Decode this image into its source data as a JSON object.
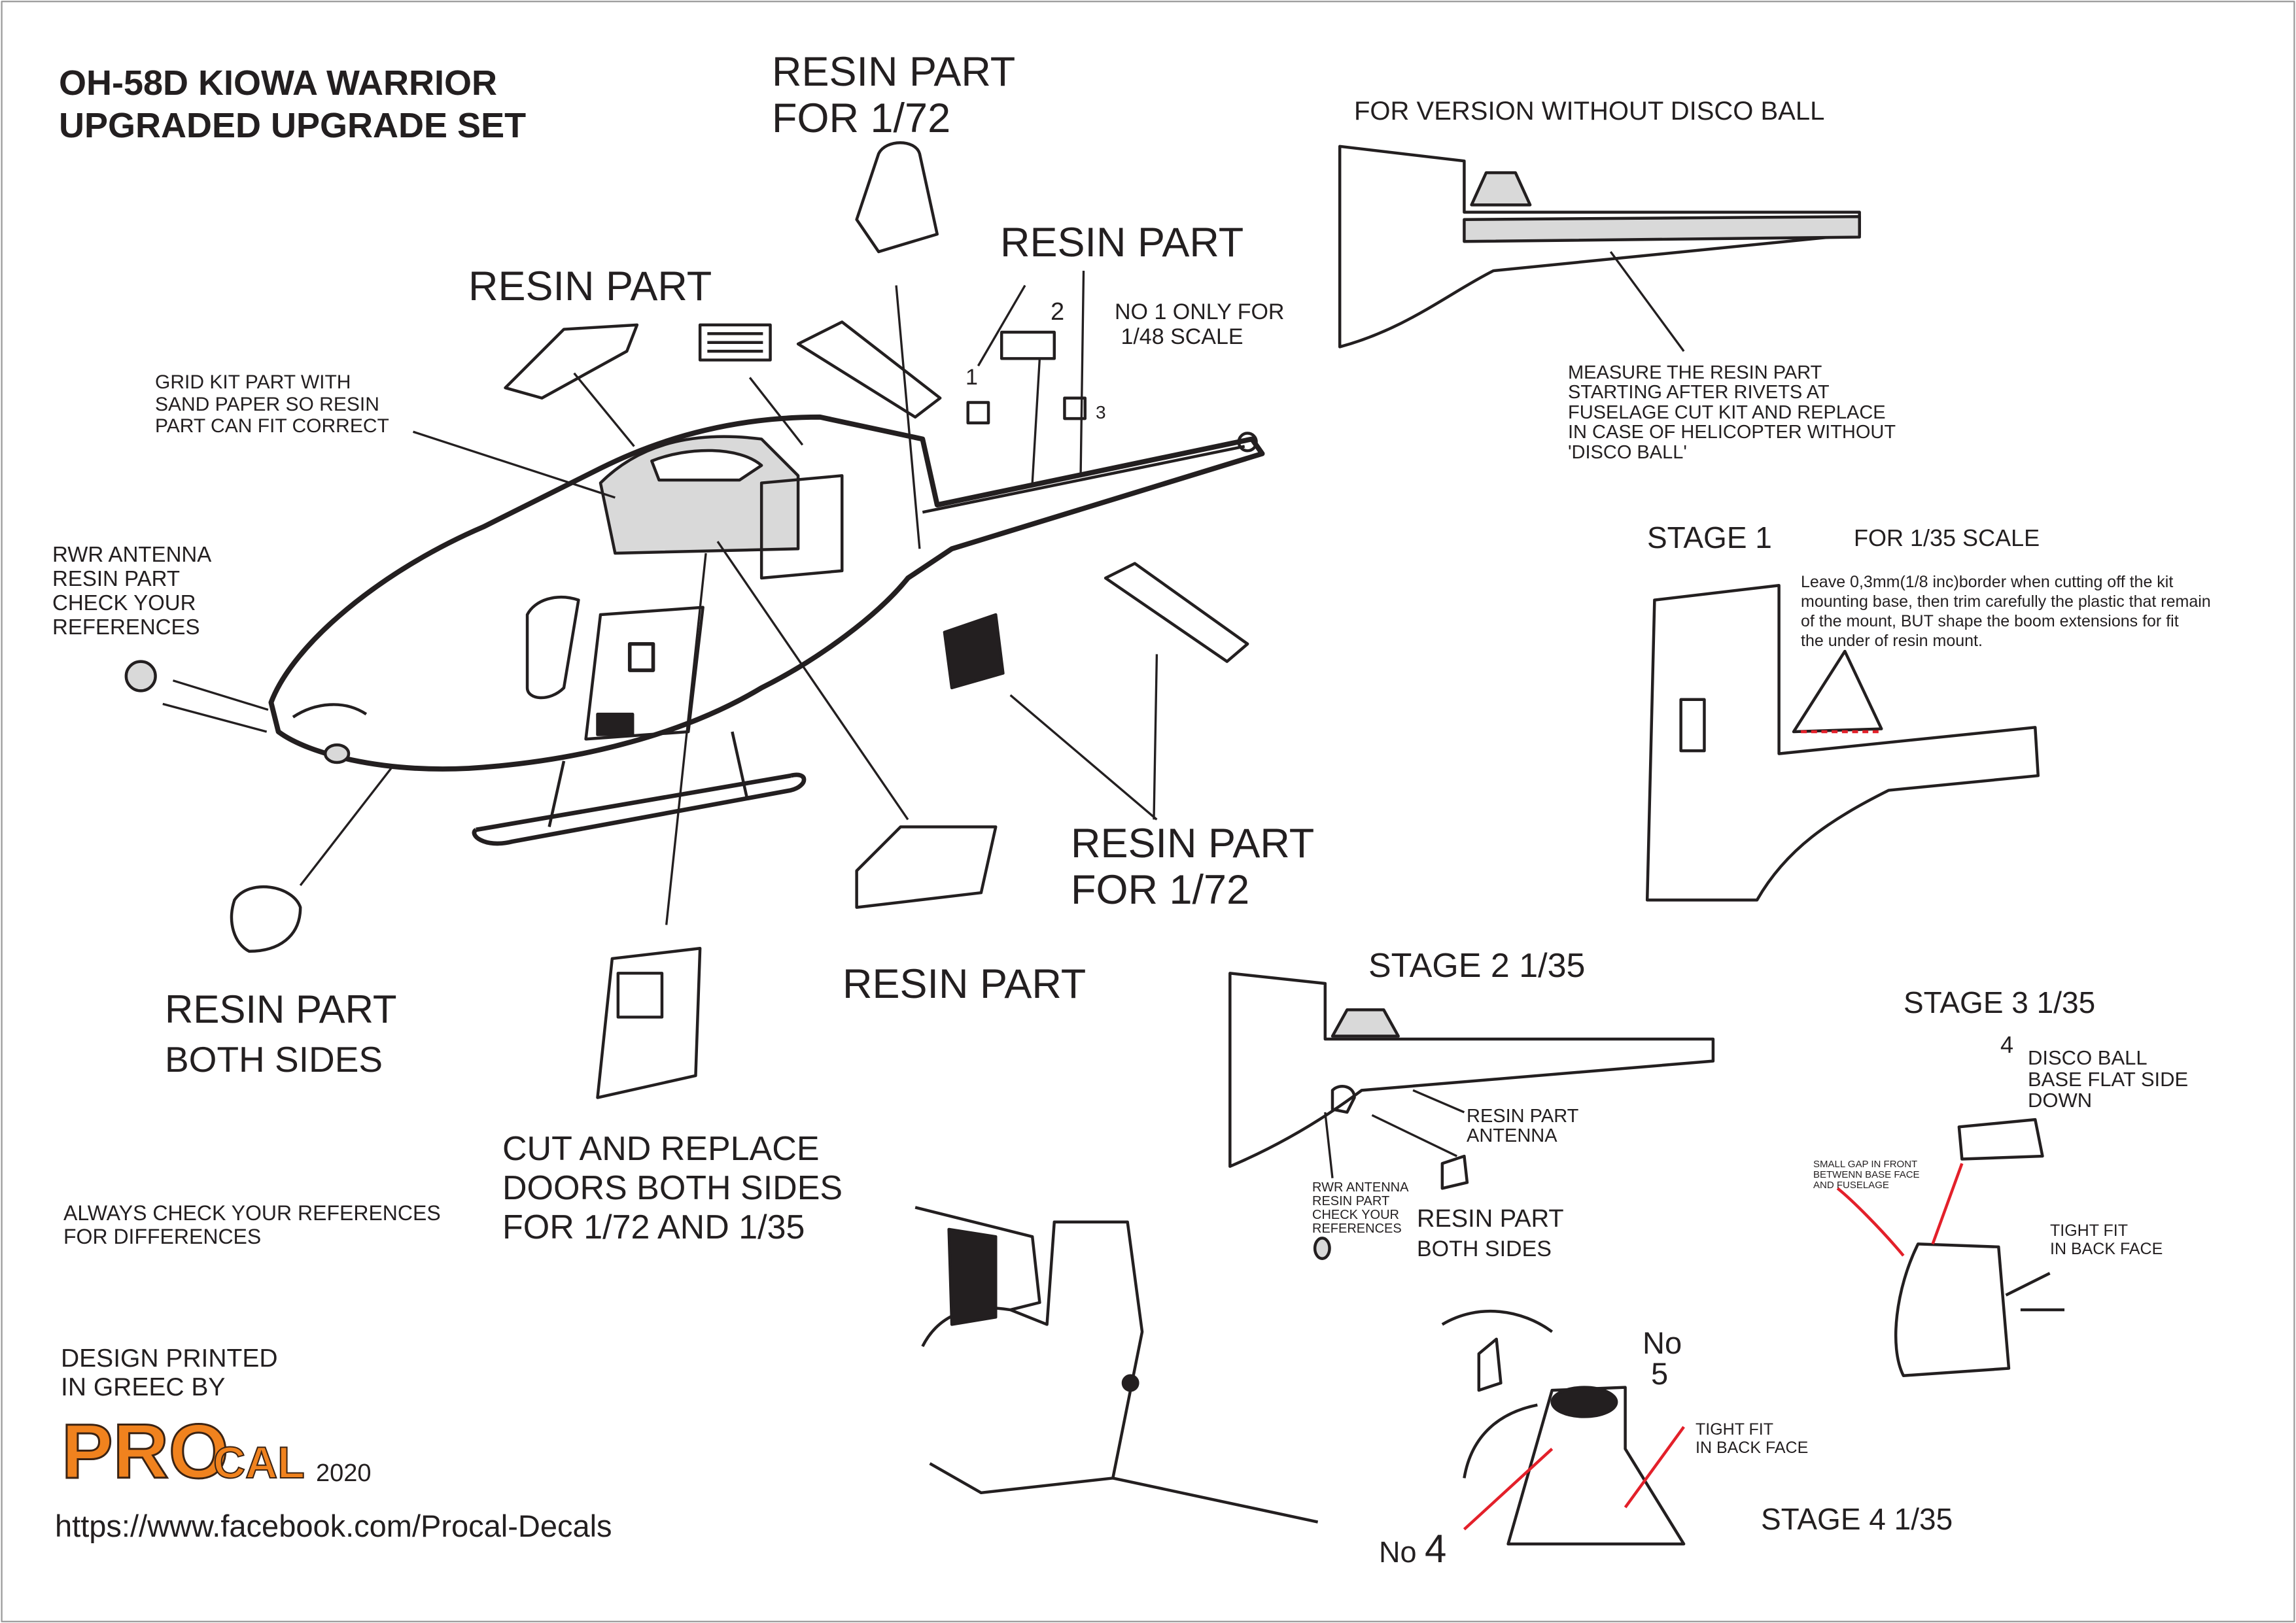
{
  "title": {
    "line1": "OH-58D KIOWA WARRIOR",
    "line2": "UPGRADED UPGRADE SET"
  },
  "labels": {
    "resin_172_top": "RESIN PART\nFOR 1/72",
    "resin_part_center": "RESIN PART",
    "resin_part_left": "RESIN PART",
    "no1_note": "NO 1 ONLY FOR\n 1/48 SCALE",
    "part_1": "1",
    "part_2": "2",
    "part_3": "3",
    "grid_note": "GRID KIT PART WITH\nSAND PAPER SO RESIN\nPART CAN FIT CORRECT",
    "rwr_note": "RWR ANTENNA\nRESIN PART\nCHECK YOUR\nREFERENCES",
    "resin_172_lower": "RESIN PART\nFOR 1/72",
    "resin_both_sides": "RESIN PART",
    "both_sides": "BOTH SIDES",
    "resin_part_bottom": "RESIN PART",
    "cut_replace": "CUT AND REPLACE\nDOORS BOTH SIDES\nFOR 1/72 AND 1/35",
    "always_check": "ALWAYS CHECK YOUR REFERENCES\nFOR DIFFERENCES",
    "design_printed": "DESIGN PRINTED\nIN GREEC BY",
    "year": "2020",
    "url": "https://www.facebook.com/Procal-Decals"
  },
  "logo": {
    "text_pro": "PRO",
    "text_cal": "CAL",
    "color": "#f0821e",
    "outline": "#3a2314"
  },
  "right_panel": {
    "version_title": "FOR VERSION WITHOUT DISCO BALL",
    "measure_note": "MEASURE THE RESIN PART\nSTARTING AFTER RIVETS AT\nFUSELAGE CUT KIT AND REPLACE\nIN CASE OF HELICOPTER WITHOUT\n'DISCO BALL'",
    "stage1": "STAGE 1",
    "stage1_scale": "FOR 1/35 SCALE",
    "stage1_text": "Leave 0,3mm(1/8 inc)border when cutting off the kit\nmounting base, then trim carefully the plastic that remain\nof the mount, BUT shape the boom extensions for fit\nthe under of resin mount.",
    "stage2": "STAGE 2 1/35",
    "stage2_antenna": "RESIN PART\nANTENNA",
    "stage2_rwr": "RWR ANTENNA\nRESIN PART\nCHECK YOUR\nREFERENCES",
    "stage2_resin": "RESIN PART",
    "stage2_both": "BOTH SIDES",
    "stage3": "STAGE 3 1/35",
    "stage3_num": "4",
    "stage3_disco": "DISCO BALL\nBASE FLAT SIDE\nDOWN",
    "stage3_gap": "SMALL GAP IN FRONT\nBETWENN BASE FACE\nAND FUSELAGE",
    "stage3_tight": "TIGHT FIT\nIN BACK FACE",
    "stage4": "STAGE 4 1/35",
    "stage4_no5": "No\n 5",
    "stage4_tight": "TIGHT FIT\nIN BACK FACE",
    "stage4_no4_prefix": "No",
    "stage4_no4_num": "4"
  },
  "colors": {
    "line": "#231f20",
    "resin_fill": "#d9d9d9",
    "cut_line": "#e3202a"
  }
}
